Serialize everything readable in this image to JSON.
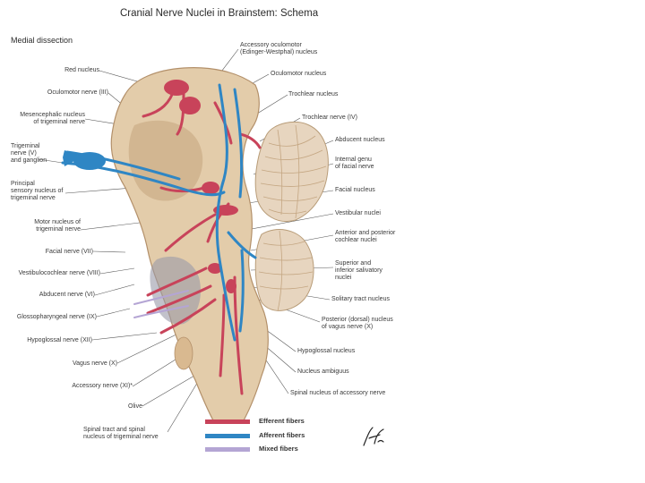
{
  "title": "Cranial Nerve Nuclei in Brainstem: Schema",
  "subtitle": "Medial dissection",
  "labels_left": [
    "Red nucleus",
    "Oculomotor nerve (III)",
    "Mesencephalic nucleus\nof trigeminal nerve",
    "Trigeminal\nnerve (V)\nand ganglion",
    "Principal\nsensory nucleus of\ntrigeminal nerve",
    "Motor nucleus of\ntrigeminal nerve",
    "Facial nerve (VII)",
    "Vestibulocochlear nerve (VIII)",
    "Abducent nerve (VI)",
    "Glossopharyngeal nerve (IX)",
    "Hypoglossal nerve (XII)",
    "Vagus nerve (X)",
    "Accessory nerve (XI)*",
    "Olive",
    "Spinal tract and spinal\nnucleus of trigeminal nerve"
  ],
  "labels_right": [
    "Accessory oculomotor\n(Edinger-Westphal) nucleus",
    "Oculomotor nucleus",
    "Trochlear nucleus",
    "Trochlear nerve (IV)",
    "Abducent nucleus",
    "Internal genu\nof facial nerve",
    "Facial nucleus",
    "Vestibular nuclei",
    "Anterior and posterior\ncochlear nuclei",
    "Superior and\ninferior salivatory\nnuclei",
    "Solitary tract nucleus",
    "Posterior (dorsal) nucleus\nof vagus nerve (X)",
    "Hypoglossal nucleus",
    "Nucleus ambiguus",
    "Spinal nucleus of accessory nerve"
  ],
  "legend": [
    {
      "label": "Efferent fibers",
      "color": "#c8435a"
    },
    {
      "label": "Afferent fibers",
      "color": "#2f86c4"
    },
    {
      "label": "Mixed fibers",
      "color": "#b4a5d4"
    }
  ],
  "colors": {
    "brainstem": "#e3ccaa",
    "brainstem_shadow": "#c4a47c",
    "cerebellum": "#e7d5bf",
    "efferent": "#c8435a",
    "afferent": "#2f86c4"
  }
}
